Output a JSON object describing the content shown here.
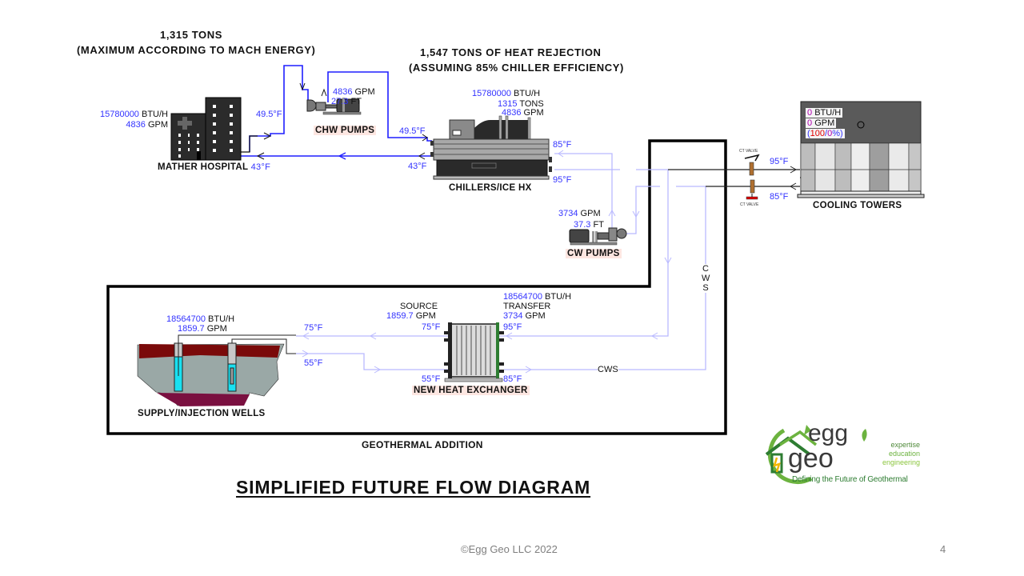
{
  "slide": {
    "title": "SIMPLIFIED FUTURE FLOW DIAGRAM",
    "footer": "©Egg Geo LLC 2022",
    "page_number": "4",
    "section_label": "GEOTHERMAL ADDITION"
  },
  "headings": {
    "load": {
      "line1": "1,315 TONS",
      "line2": "(MAXIMUM ACCORDING TO MACH ENERGY)"
    },
    "rejection": {
      "line1": "1,547 TONS OF HEAT REJECTION",
      "line2": "(ASSUMING 85% CHILLER EFFICIENCY)"
    }
  },
  "hospital": {
    "label": "MATHER HOSPITAL",
    "load_value": "15780000",
    "load_unit": "BTU/H",
    "flow_value": "4836",
    "flow_unit": "GPM",
    "supply_temp": "49.5°F",
    "return_temp": "43°F"
  },
  "chw_pumps": {
    "label": "CHW PUMPS",
    "flow_value": "4836",
    "flow_unit": "GPM",
    "head_value": "27.3",
    "head_unit": "FT"
  },
  "chillers": {
    "label": "CHILLERS/ICE HX",
    "load_value": "15780000",
    "load_unit": "BTU/H",
    "tons_value": "1315",
    "tons_unit": "TONS",
    "flow_value": "4836",
    "flow_unit": "GPM",
    "chw_in_temp": "49.5°F",
    "chw_out_temp": "43°F",
    "cw_in_temp": "85°F",
    "cw_out_temp": "95°F"
  },
  "cw_pumps": {
    "label": "CW PUMPS",
    "flow_value": "3734",
    "flow_unit": "GPM",
    "head_value": "37.3",
    "head_unit": "FT"
  },
  "cooling_towers": {
    "label": "COOLING TOWERS",
    "load_value": "0",
    "load_unit": "BTU/H",
    "flow_value": "0",
    "flow_unit": "GPM",
    "split_open": "(",
    "split_a": "100",
    "split_sep": "/",
    "split_b": "0",
    "split_close": "%)",
    "supply_temp": "95°F",
    "return_temp": "85°F",
    "valve_top_label": "CT VALVE",
    "valve_bottom_label": "CT VALVE"
  },
  "heat_exchanger": {
    "label": "NEW HEAT EXCHANGER",
    "source_label": "SOURCE",
    "source_flow_value": "1859.7",
    "source_flow_unit": "GPM",
    "source_in_temp": "75°F",
    "source_out_temp": "55°F",
    "transfer_load_value": "18564700",
    "transfer_load_unit": "BTU/H",
    "transfer_label": "TRANSFER",
    "transfer_flow_value": "3734",
    "transfer_flow_unit": "GPM",
    "transfer_in_temp": "95°F",
    "transfer_out_temp": "85°F"
  },
  "wells": {
    "label": "SUPPLY/INJECTION WELLS",
    "load_value": "18564700",
    "load_unit": "BTU/H",
    "flow_value": "1859.7",
    "flow_unit": "GPM",
    "supply_temp": "75°F",
    "return_temp": "55°F"
  },
  "pipe_labels": {
    "cws_vertical": [
      "C",
      "W",
      "S"
    ],
    "cws_horizontal": "CWS"
  },
  "logo": {
    "word1": "egg",
    "word2": "geo",
    "tagline": "Defining the Future of Geothermal",
    "pillars": [
      "expertise",
      "education",
      "engineering"
    ]
  },
  "colors": {
    "chw_pipe": "#1f1fff",
    "cw_pipe": "#b9b9ff",
    "value_text": "#3333ff",
    "label_bg": "#fde6e1",
    "logo_green": "#6cb33f",
    "logo_dark_green": "#2e7d32"
  }
}
